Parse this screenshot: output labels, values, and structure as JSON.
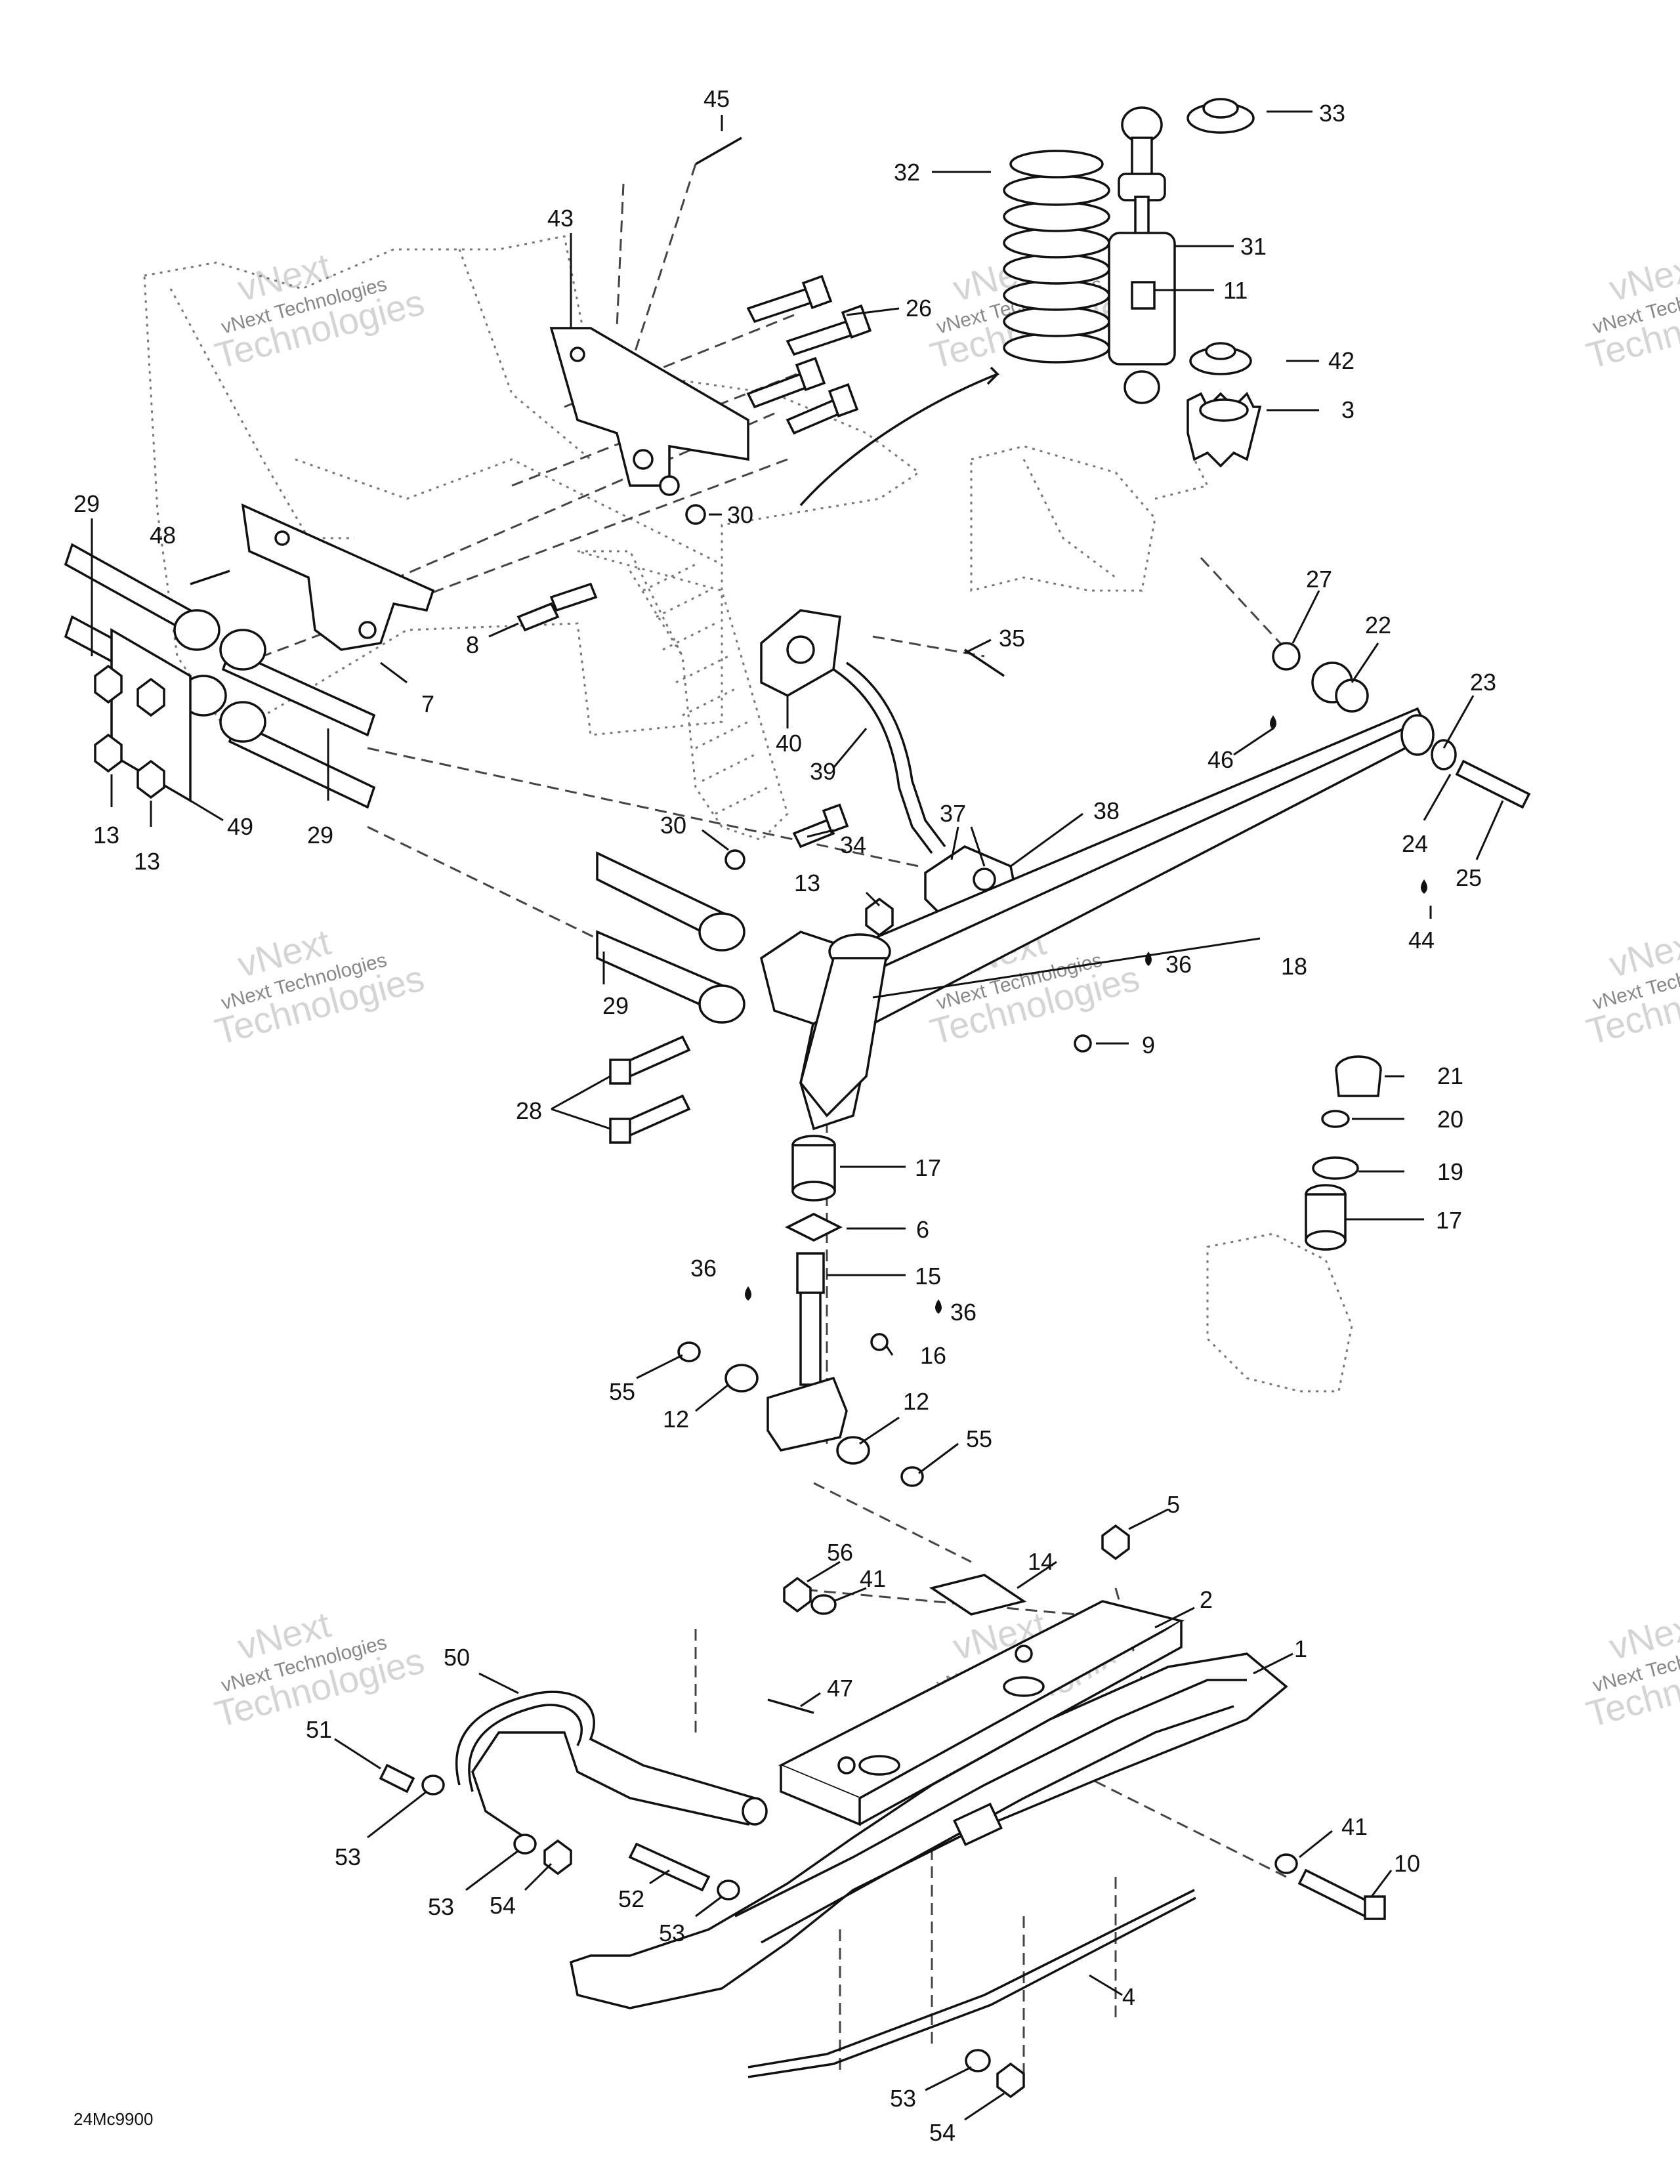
{
  "drawing_code": "24Mc9900",
  "watermark": {
    "line1": "vNext",
    "line2": "vNext Technologies",
    "line3": "Technologies"
  },
  "callouts": [
    {
      "id": "c45",
      "text": "45"
    },
    {
      "id": "c33",
      "text": "33"
    },
    {
      "id": "c32",
      "text": "32"
    },
    {
      "id": "c43",
      "text": "43"
    },
    {
      "id": "c31",
      "text": "31"
    },
    {
      "id": "c11",
      "text": "11"
    },
    {
      "id": "c26",
      "text": "26"
    },
    {
      "id": "c42",
      "text": "42"
    },
    {
      "id": "c3",
      "text": "3"
    },
    {
      "id": "c29a",
      "text": "29"
    },
    {
      "id": "c48",
      "text": "48"
    },
    {
      "id": "c30a",
      "text": "30"
    },
    {
      "id": "c27",
      "text": "27"
    },
    {
      "id": "c22",
      "text": "22"
    },
    {
      "id": "c8",
      "text": "8"
    },
    {
      "id": "c35",
      "text": "35"
    },
    {
      "id": "c23",
      "text": "23"
    },
    {
      "id": "c7",
      "text": "7"
    },
    {
      "id": "c46",
      "text": "46"
    },
    {
      "id": "c40",
      "text": "40"
    },
    {
      "id": "c39",
      "text": "39"
    },
    {
      "id": "c37",
      "text": "37"
    },
    {
      "id": "c38",
      "text": "38"
    },
    {
      "id": "c24",
      "text": "24"
    },
    {
      "id": "c25",
      "text": "25"
    },
    {
      "id": "c30b",
      "text": "30"
    },
    {
      "id": "c34",
      "text": "34"
    },
    {
      "id": "c13a",
      "text": "13"
    },
    {
      "id": "c49",
      "text": "49"
    },
    {
      "id": "c29b",
      "text": "29"
    },
    {
      "id": "c13b",
      "text": "13"
    },
    {
      "id": "c13c",
      "text": "13"
    },
    {
      "id": "c44",
      "text": "44"
    },
    {
      "id": "c36a",
      "text": "36"
    },
    {
      "id": "c18",
      "text": "18"
    },
    {
      "id": "c29c",
      "text": "29"
    },
    {
      "id": "c9",
      "text": "9"
    },
    {
      "id": "c21",
      "text": "21"
    },
    {
      "id": "c28",
      "text": "28"
    },
    {
      "id": "c20",
      "text": "20"
    },
    {
      "id": "c17a",
      "text": "17"
    },
    {
      "id": "c19",
      "text": "19"
    },
    {
      "id": "c17b",
      "text": "17"
    },
    {
      "id": "c6",
      "text": "6"
    },
    {
      "id": "c36b",
      "text": "36"
    },
    {
      "id": "c15",
      "text": "15"
    },
    {
      "id": "c36c",
      "text": "36"
    },
    {
      "id": "c16",
      "text": "16"
    },
    {
      "id": "c55a",
      "text": "55"
    },
    {
      "id": "c12a",
      "text": "12"
    },
    {
      "id": "c12b",
      "text": "12"
    },
    {
      "id": "c55b",
      "text": "55"
    },
    {
      "id": "c5",
      "text": "5"
    },
    {
      "id": "c56",
      "text": "56"
    },
    {
      "id": "c41a",
      "text": "41"
    },
    {
      "id": "c14",
      "text": "14"
    },
    {
      "id": "c2",
      "text": "2"
    },
    {
      "id": "c1",
      "text": "1"
    },
    {
      "id": "c50",
      "text": "50"
    },
    {
      "id": "c47",
      "text": "47"
    },
    {
      "id": "c51",
      "text": "51"
    },
    {
      "id": "c41b",
      "text": "41"
    },
    {
      "id": "c10",
      "text": "10"
    },
    {
      "id": "c53a",
      "text": "53"
    },
    {
      "id": "c52",
      "text": "52"
    },
    {
      "id": "c53b",
      "text": "53"
    },
    {
      "id": "c54a",
      "text": "54"
    },
    {
      "id": "c53c",
      "text": "53"
    },
    {
      "id": "c4",
      "text": "4"
    },
    {
      "id": "c53d",
      "text": "53"
    },
    {
      "id": "c54b",
      "text": "54"
    }
  ]
}
